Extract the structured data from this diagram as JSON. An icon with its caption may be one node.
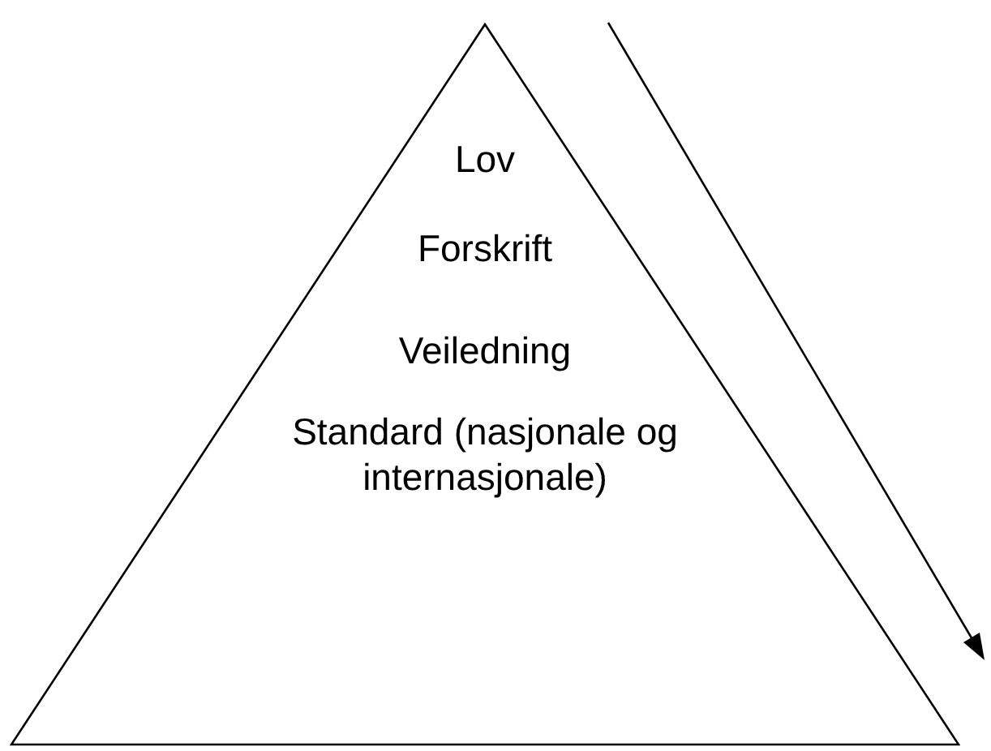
{
  "diagram": {
    "nodes": [
      {
        "text": [
          "Lov",
          "Forskrift",
          "Veiledning",
          "Standard (nasjonale og internasjonale)"
        ]
      }
    ]
  }
}
